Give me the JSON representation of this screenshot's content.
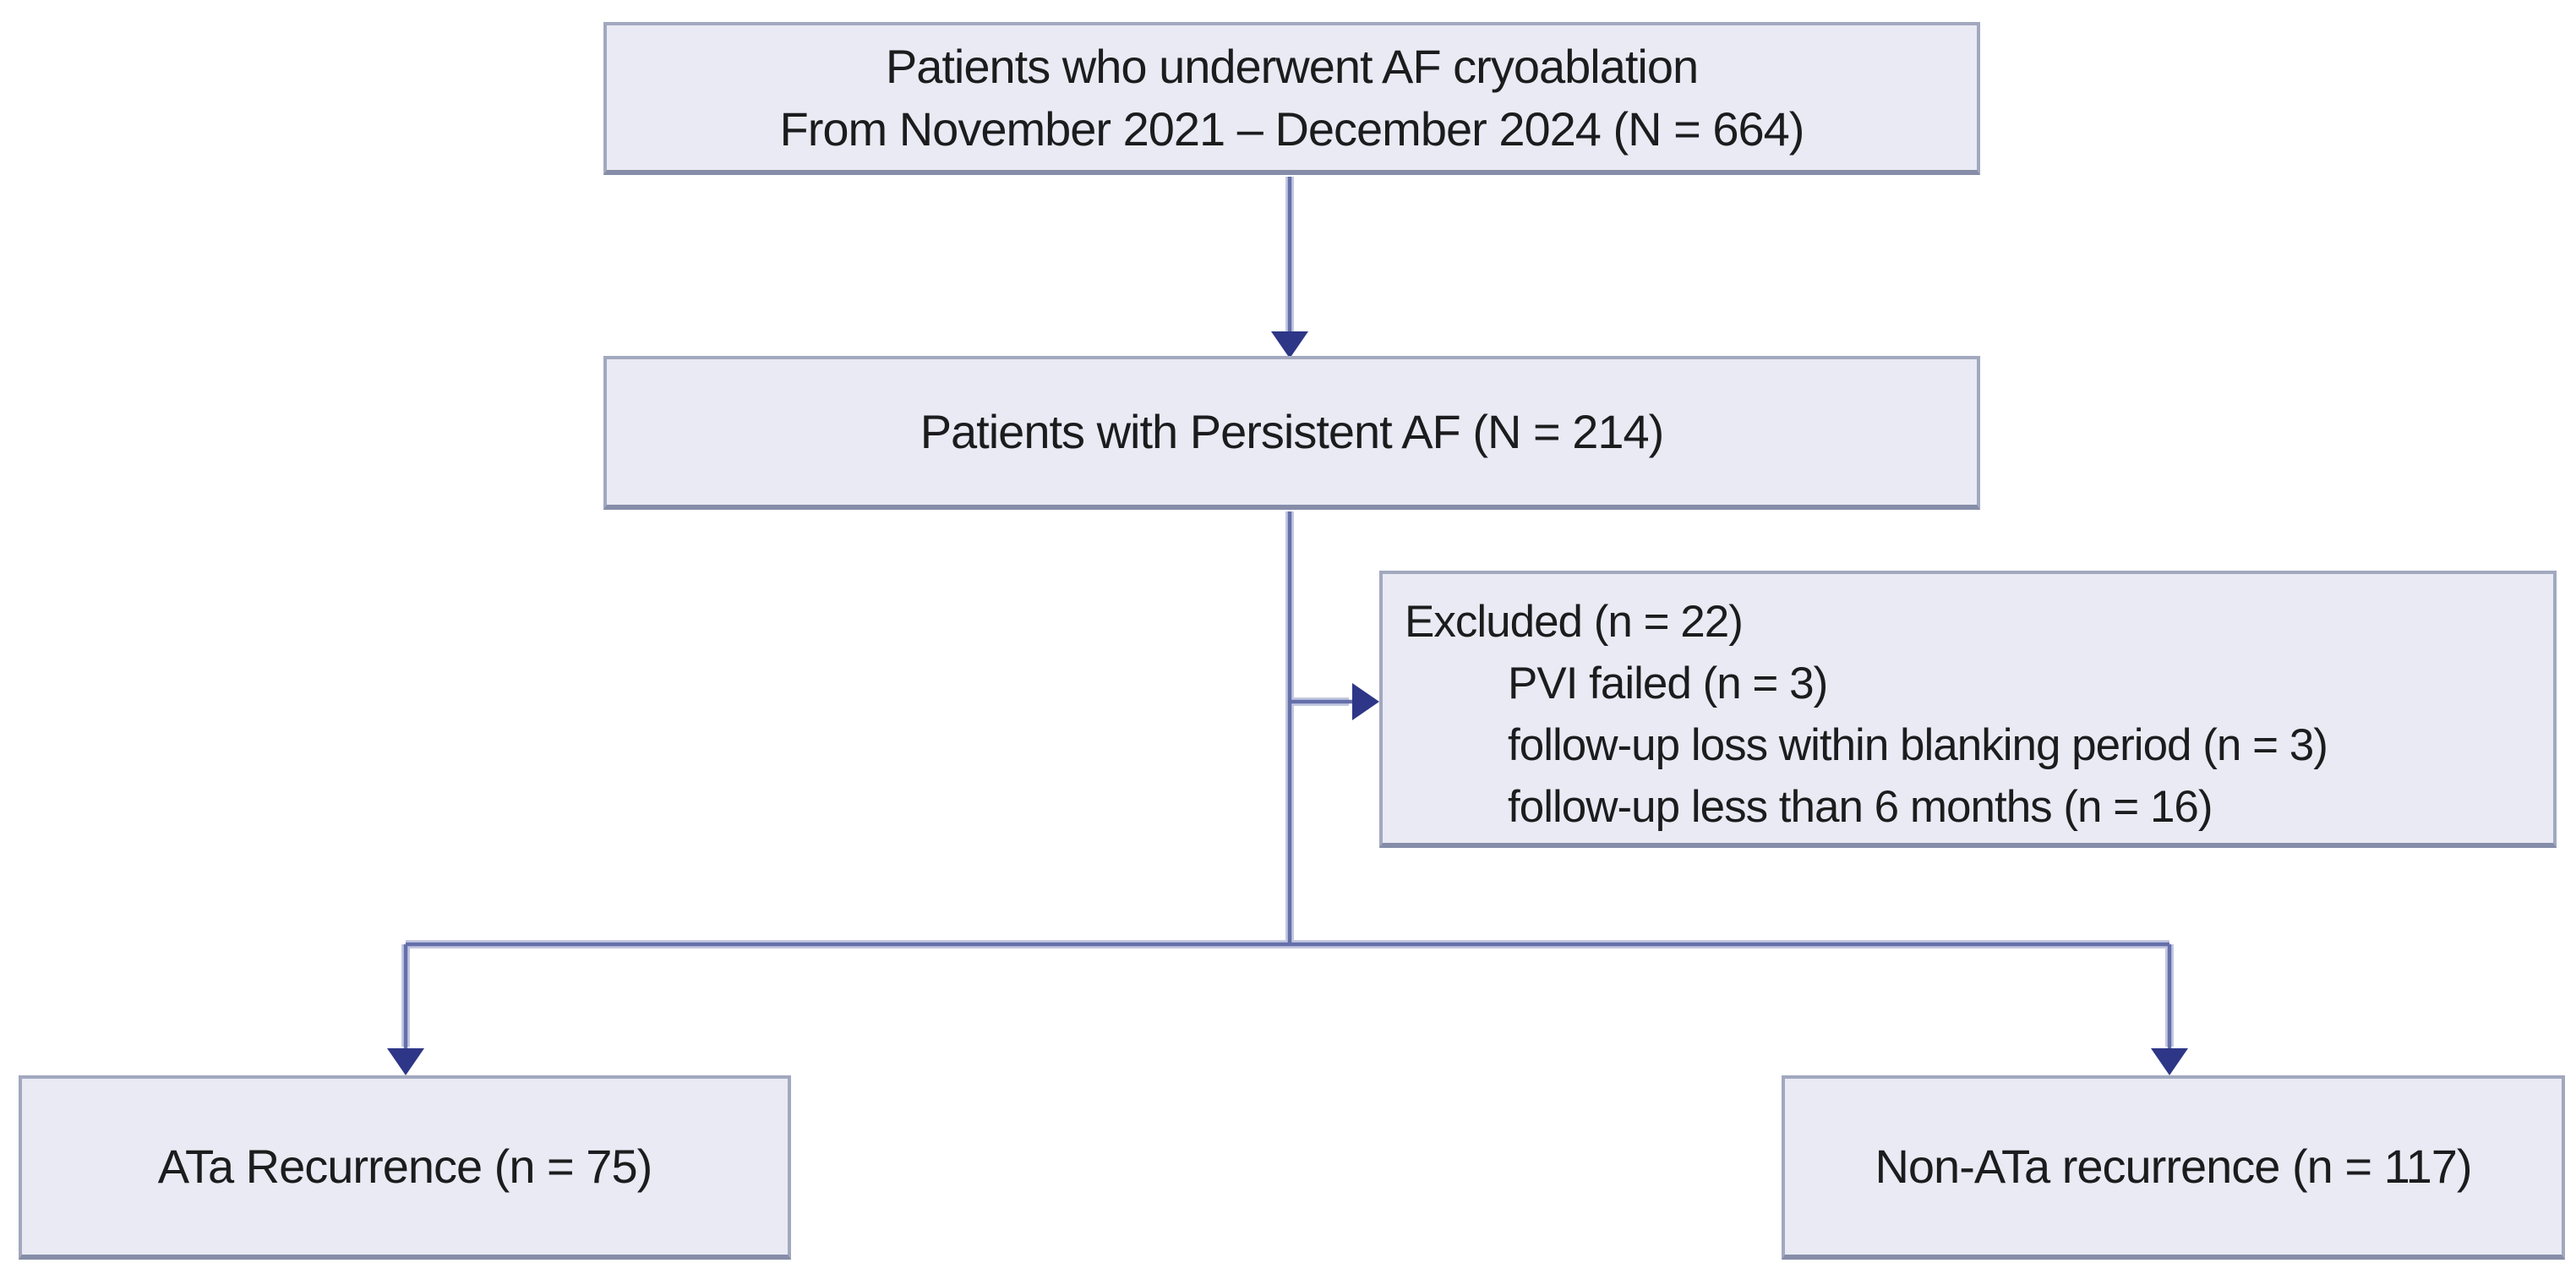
{
  "diagram": {
    "type": "patient-flowchart",
    "boxes": [
      {
        "id": "cryoablation-cohort",
        "lines": [
          "Patients who underwent AF cryoablation",
          "From November 2021 – December 2024 (N = 664)"
        ]
      },
      {
        "id": "persistent-af",
        "lines": [
          "Patients with Persistent AF (N = 214)"
        ]
      },
      {
        "id": "excluded",
        "lines": [
          "Excluded (n = 22)",
          "PVI failed (n = 3)",
          "follow-up loss within blanking period (n = 3)",
          "follow-up less than 6 months (n = 16)"
        ]
      },
      {
        "id": "ata-recurrence",
        "lines": [
          "ATa Recurrence (n = 75)"
        ]
      },
      {
        "id": "non-ata-recurrence",
        "lines": [
          "Non-ATa recurrence (n = 117)"
        ]
      }
    ],
    "colors": {
      "background": "#ffffff",
      "box_fill": "#e9eaf3",
      "box_border": "#a2a8be",
      "box_border_dark": "#868da9",
      "connector": "#656fab",
      "connector_halo": "#c4c8e0",
      "arrowhead": "#2e3687",
      "text": "#1c1c1e"
    }
  }
}
